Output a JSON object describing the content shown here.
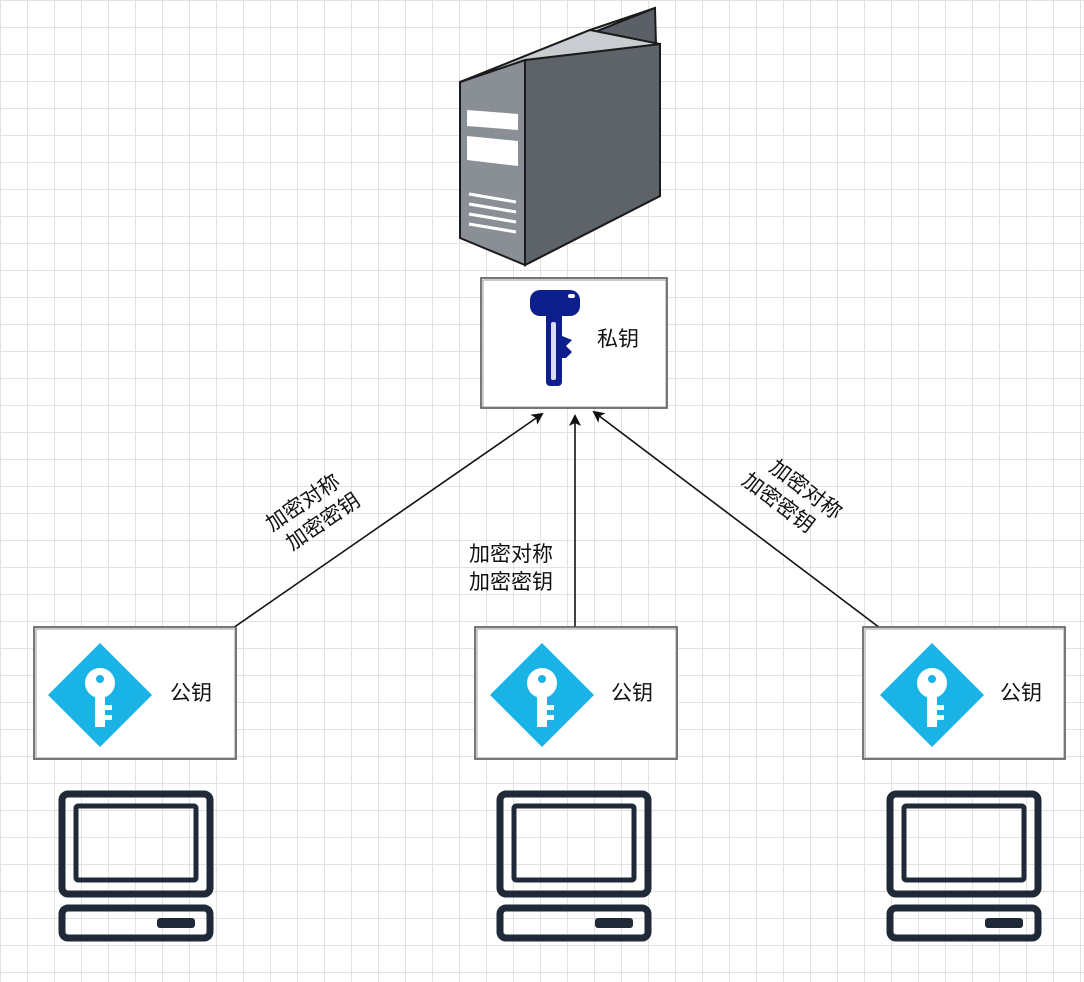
{
  "server": {
    "icon": "server-icon",
    "colors": {
      "front": "#8a8f96",
      "side": "#5b5f66",
      "top": "#c4c8cd",
      "outline": "#1b1b1b"
    }
  },
  "private_key": {
    "label": "私钥",
    "icon": "key-icon",
    "color": "#0d1f8c"
  },
  "public_keys": [
    {
      "label": "公钥",
      "icon": "key-diamond-icon"
    },
    {
      "label": "公钥",
      "icon": "key-diamond-icon"
    },
    {
      "label": "公钥",
      "icon": "key-diamond-icon"
    }
  ],
  "public_key_color": "#1ab3e6",
  "edges": [
    {
      "line1": "加密对称",
      "line2": "加密密钥"
    },
    {
      "line1": "加密对称",
      "line2": "加密密钥"
    },
    {
      "line1": "加密对称",
      "line2": "加密密钥"
    }
  ],
  "clients": [
    {
      "icon": "computer-icon"
    },
    {
      "icon": "computer-icon"
    },
    {
      "icon": "computer-icon"
    }
  ],
  "pc_color": "#1f2937"
}
